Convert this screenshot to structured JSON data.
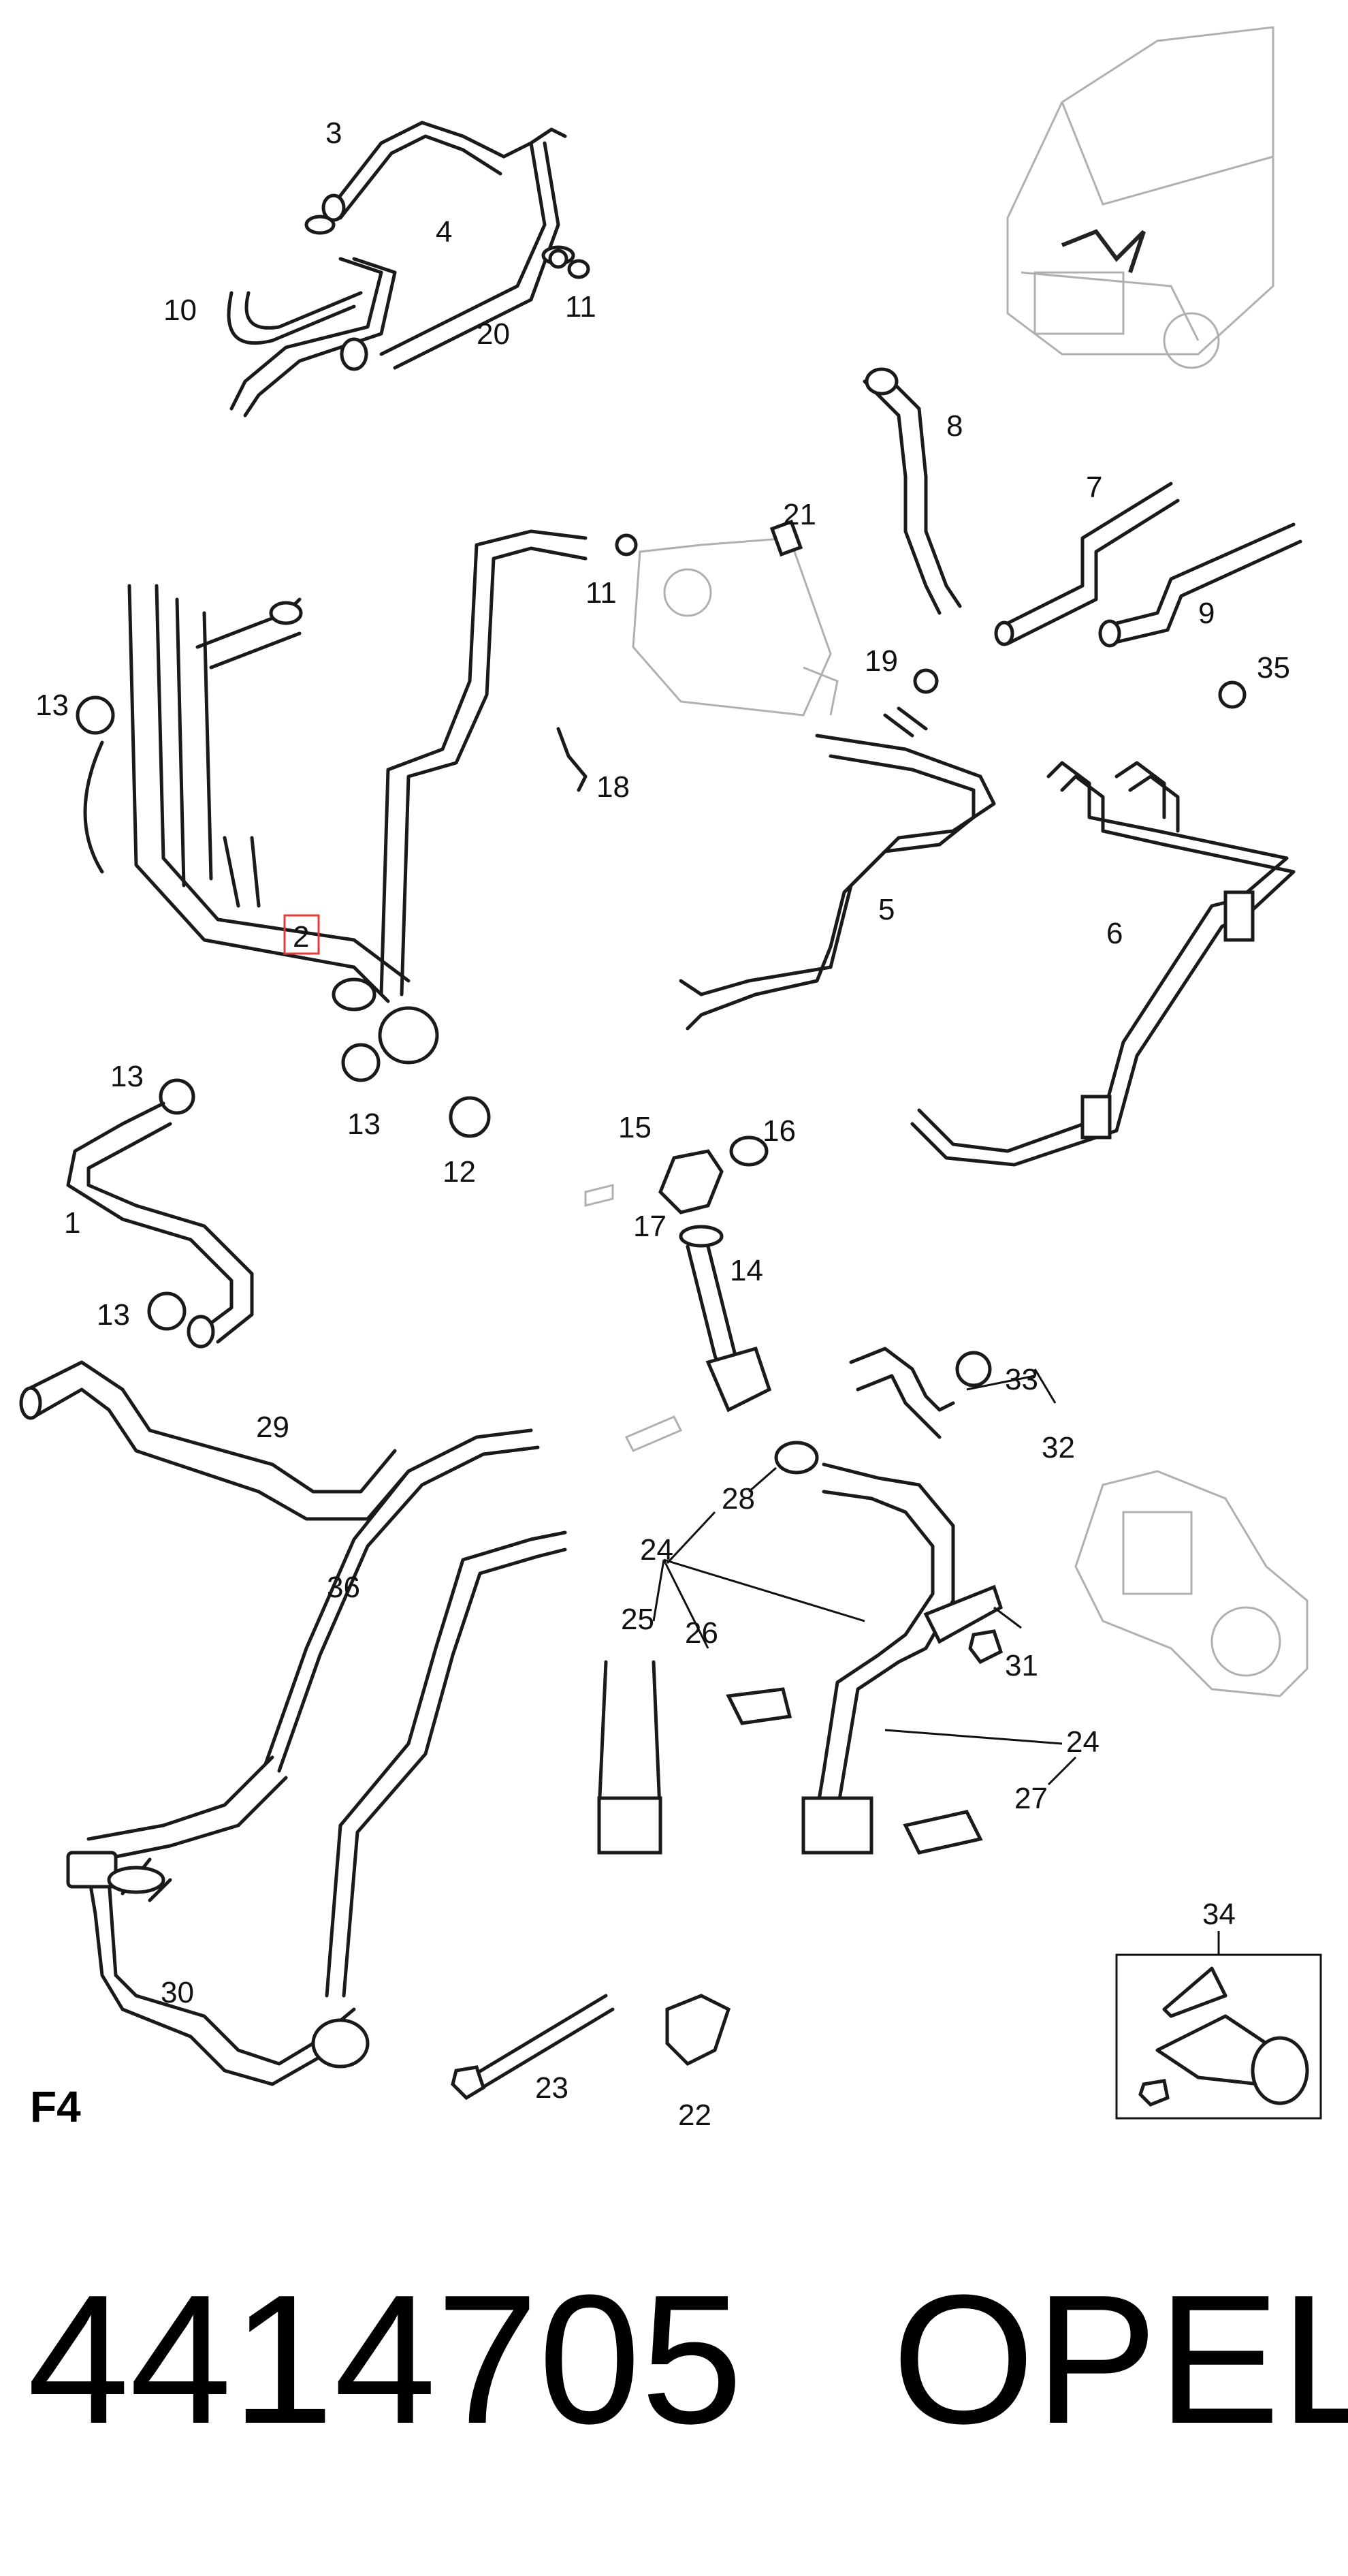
{
  "figure_id": "F4",
  "caption": {
    "part_number": "4414705",
    "brand": "OPEL"
  },
  "highlight_color": "#e23b3b",
  "parts": [
    {
      "id": "label-1",
      "text": "1"
    },
    {
      "id": "label-2",
      "text": "2",
      "highlighted": true
    },
    {
      "id": "label-3",
      "text": "3"
    },
    {
      "id": "label-4",
      "text": "4"
    },
    {
      "id": "label-5",
      "text": "5"
    },
    {
      "id": "label-6",
      "text": "6"
    },
    {
      "id": "label-7",
      "text": "7"
    },
    {
      "id": "label-8",
      "text": "8"
    },
    {
      "id": "label-9",
      "text": "9"
    },
    {
      "id": "label-10",
      "text": "10"
    },
    {
      "id": "label-11a",
      "text": "11"
    },
    {
      "id": "label-11b",
      "text": "11"
    },
    {
      "id": "label-12",
      "text": "12"
    },
    {
      "id": "label-13a",
      "text": "13"
    },
    {
      "id": "label-13b",
      "text": "13"
    },
    {
      "id": "label-13c",
      "text": "13"
    },
    {
      "id": "label-13d",
      "text": "13"
    },
    {
      "id": "label-14",
      "text": "14"
    },
    {
      "id": "label-15",
      "text": "15"
    },
    {
      "id": "label-16",
      "text": "16"
    },
    {
      "id": "label-17",
      "text": "17"
    },
    {
      "id": "label-18",
      "text": "18"
    },
    {
      "id": "label-19",
      "text": "19"
    },
    {
      "id": "label-20",
      "text": "20"
    },
    {
      "id": "label-21",
      "text": "21"
    },
    {
      "id": "label-22",
      "text": "22"
    },
    {
      "id": "label-23",
      "text": "23"
    },
    {
      "id": "label-24a",
      "text": "24"
    },
    {
      "id": "label-24b",
      "text": "24"
    },
    {
      "id": "label-25",
      "text": "25"
    },
    {
      "id": "label-26",
      "text": "26"
    },
    {
      "id": "label-27",
      "text": "27"
    },
    {
      "id": "label-28",
      "text": "28"
    },
    {
      "id": "label-29",
      "text": "29"
    },
    {
      "id": "label-30",
      "text": "30"
    },
    {
      "id": "label-31",
      "text": "31"
    },
    {
      "id": "label-32",
      "text": "32"
    },
    {
      "id": "label-33",
      "text": "33"
    },
    {
      "id": "label-34",
      "text": "34"
    },
    {
      "id": "label-35",
      "text": "35"
    },
    {
      "id": "label-36",
      "text": "36"
    }
  ]
}
